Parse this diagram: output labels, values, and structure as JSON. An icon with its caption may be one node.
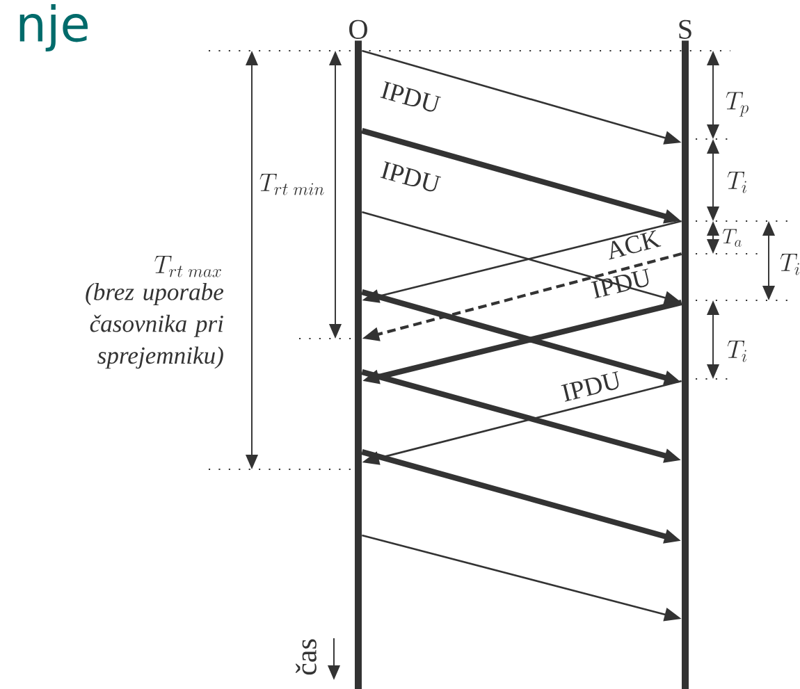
{
  "diagram": {
    "title": "nje",
    "nodes": [
      {
        "text": [
          "O"
        ]
      },
      {
        "text": [
          "S"
        ]
      }
    ],
    "edges": [
      {
        "from": 0,
        "to": 1,
        "arrow": "to",
        "label": "IPDU"
      },
      {
        "from": 0,
        "to": 1,
        "arrow": "to",
        "label": "IPDU",
        "style": "thick"
      },
      {
        "from": 0,
        "to": 1,
        "arrow": "to"
      },
      {
        "from": 1,
        "to": 0,
        "arrow": "to"
      },
      {
        "from": 1,
        "to": 0,
        "arrow": "to",
        "label": "ACK",
        "style": "dashed"
      },
      {
        "from": 0,
        "to": 1,
        "arrow": "to",
        "style": "thick"
      },
      {
        "from": 1,
        "to": 0,
        "arrow": "to",
        "label": "IPDU",
        "style": "thick"
      },
      {
        "from": 0,
        "to": 1,
        "arrow": "to",
        "style": "thick"
      },
      {
        "from": 1,
        "to": 0,
        "arrow": "to",
        "label": "IPDU"
      },
      {
        "from": 0,
        "to": 1,
        "arrow": "to",
        "style": "thick"
      },
      {
        "from": 0,
        "to": 1,
        "arrow": "to"
      }
    ],
    "labels": [
      "T_{rt\\;min}",
      "T_{p}",
      "T_{i}",
      "T_{rt\\;max}",
      "(brez uporabe časovnika pri sprejemniku)",
      "T_{a}",
      "T_{i}",
      "T_{i}",
      "čas"
    ]
  }
}
